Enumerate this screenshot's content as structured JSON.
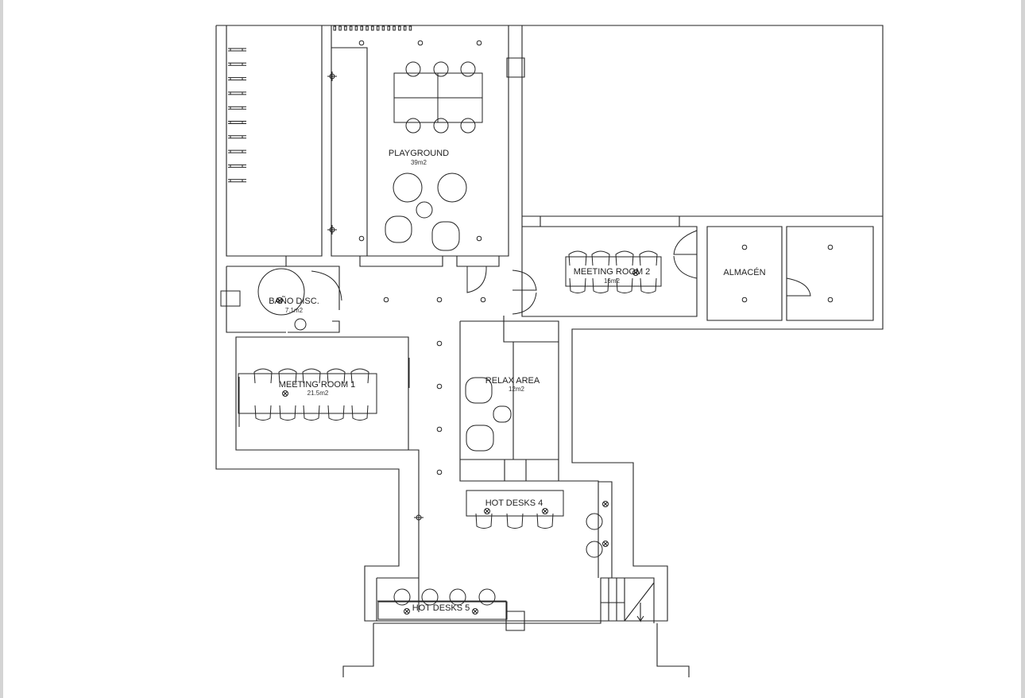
{
  "plan": {
    "rooms": {
      "playground": {
        "name": "PLAYGROUND",
        "area": "39m2"
      },
      "bano": {
        "name": "BAÑO DISC.",
        "area": "7.1m2"
      },
      "meeting1": {
        "name": "MEETING ROOM 1",
        "area": "21.5m2"
      },
      "meeting2": {
        "name": "MEETING ROOM 2",
        "area": "16m2"
      },
      "almacen": {
        "name": "ALMACÉN"
      },
      "relax": {
        "name": "RELAX AREA",
        "area": "12m2"
      },
      "hotdesks4": {
        "name": "HOT DESKS 4"
      },
      "hotdesks5": {
        "name": "HOT DESKS 5"
      }
    },
    "colors": {
      "line": "#222222",
      "page_edge": "#d4d4d4"
    }
  }
}
